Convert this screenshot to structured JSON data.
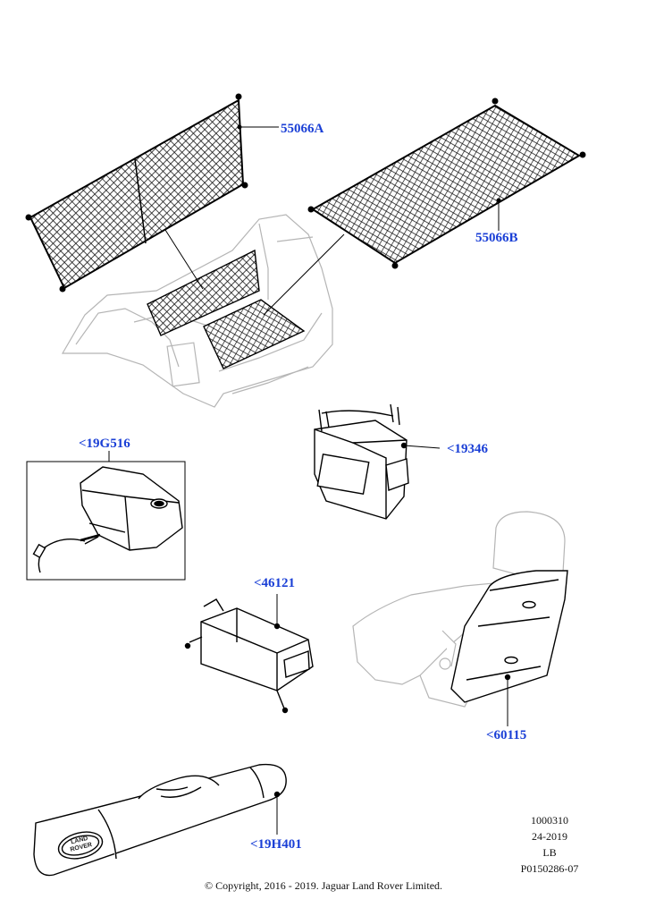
{
  "callouts": {
    "c55066A": "55066A",
    "c55066B": "55066B",
    "c19G516": "<19G516",
    "c19346": "<19346",
    "c46121": "<46121",
    "c60115": "<60115",
    "c19H401": "<19H401"
  },
  "info": {
    "line1": "1000310",
    "line2": "24-2019",
    "line3": "LB",
    "line4": "P0150286-07"
  },
  "copyright": "© Copyright, 2016 - 2019. Jaguar Land Rover Limited.",
  "logo": {
    "line1": "LAND",
    "line2": "ROVER"
  },
  "colors": {
    "callout": "#1a3fd6",
    "line": "#000000",
    "ghost": "#b5b5b5"
  }
}
